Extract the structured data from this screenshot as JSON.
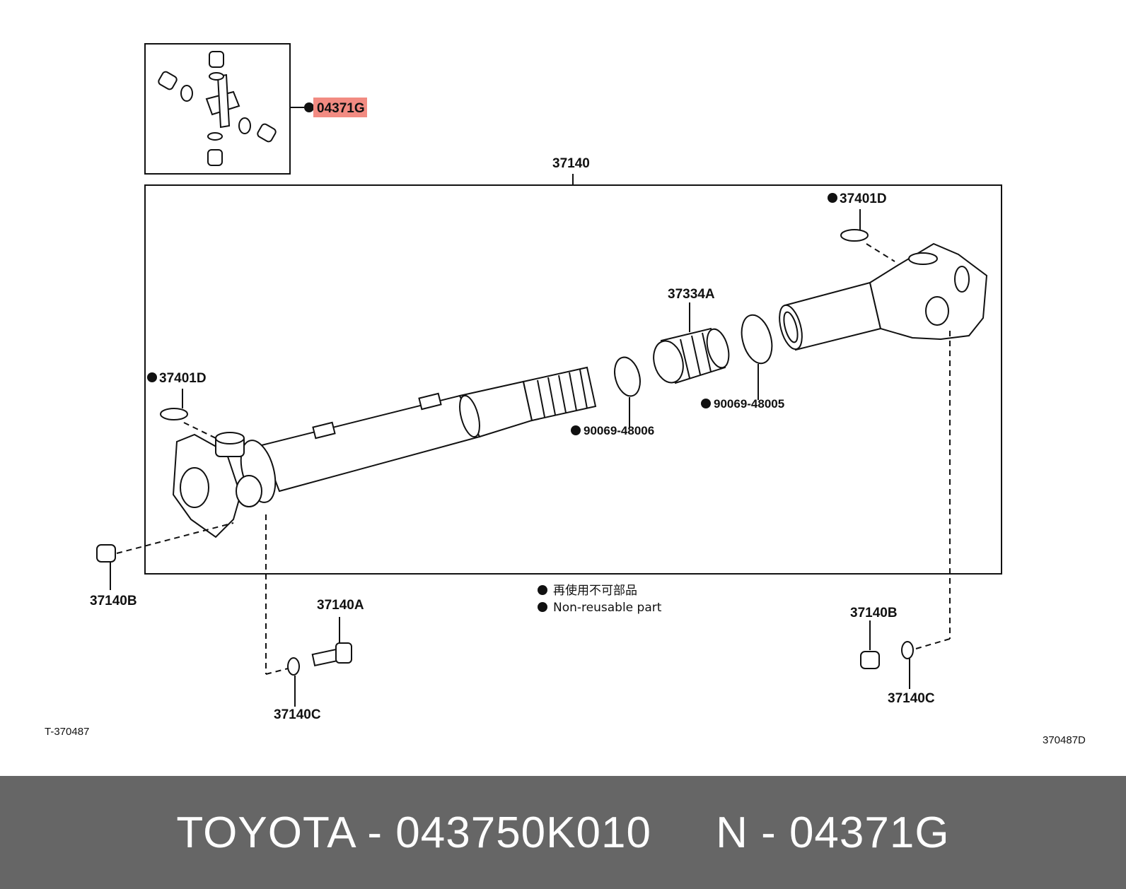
{
  "callouts": {
    "spider_kit": "04371G",
    "shaft_assy": "37140",
    "snap_ring_right": "37401D",
    "snap_ring_left": "37401D",
    "boot": "37334A",
    "clamp_right": "90069-48005",
    "clamp_left": "90069-48006",
    "nut_left": "37140B",
    "bolt": "37140A",
    "washer_left": "37140C",
    "nut_right": "37140B",
    "washer_right": "37140C"
  },
  "legend": {
    "jp": "再使用不可部品",
    "en": "Non-reusable part"
  },
  "codes": {
    "left": "T-370487",
    "right": "370487D"
  },
  "footer": {
    "text": "TOYOTA - 043750K010     N - 04371G"
  },
  "colors": {
    "highlight": "#f28b82",
    "footer_bg": "#666666"
  }
}
